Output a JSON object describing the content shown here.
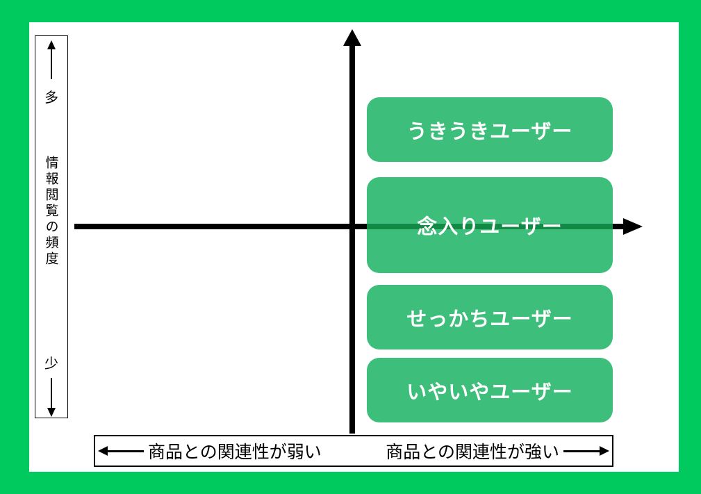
{
  "colors": {
    "frame_green": "#00CA5E",
    "box_green": "#3DBE7B",
    "axis_line_over_box": "#128944"
  },
  "y_axis": {
    "high_label": "多",
    "title": "情報閲覧の頻度",
    "low_label": "少"
  },
  "user_boxes": [
    {
      "label": "うきうきユーザー"
    },
    {
      "label": "念入りユーザー"
    },
    {
      "label": "せっかちユーザー"
    },
    {
      "label": "いやいやユーザー"
    }
  ],
  "x_axis": {
    "weak_label": "商品との関連性が弱い",
    "strong_label": "商品との関連性が強い"
  }
}
